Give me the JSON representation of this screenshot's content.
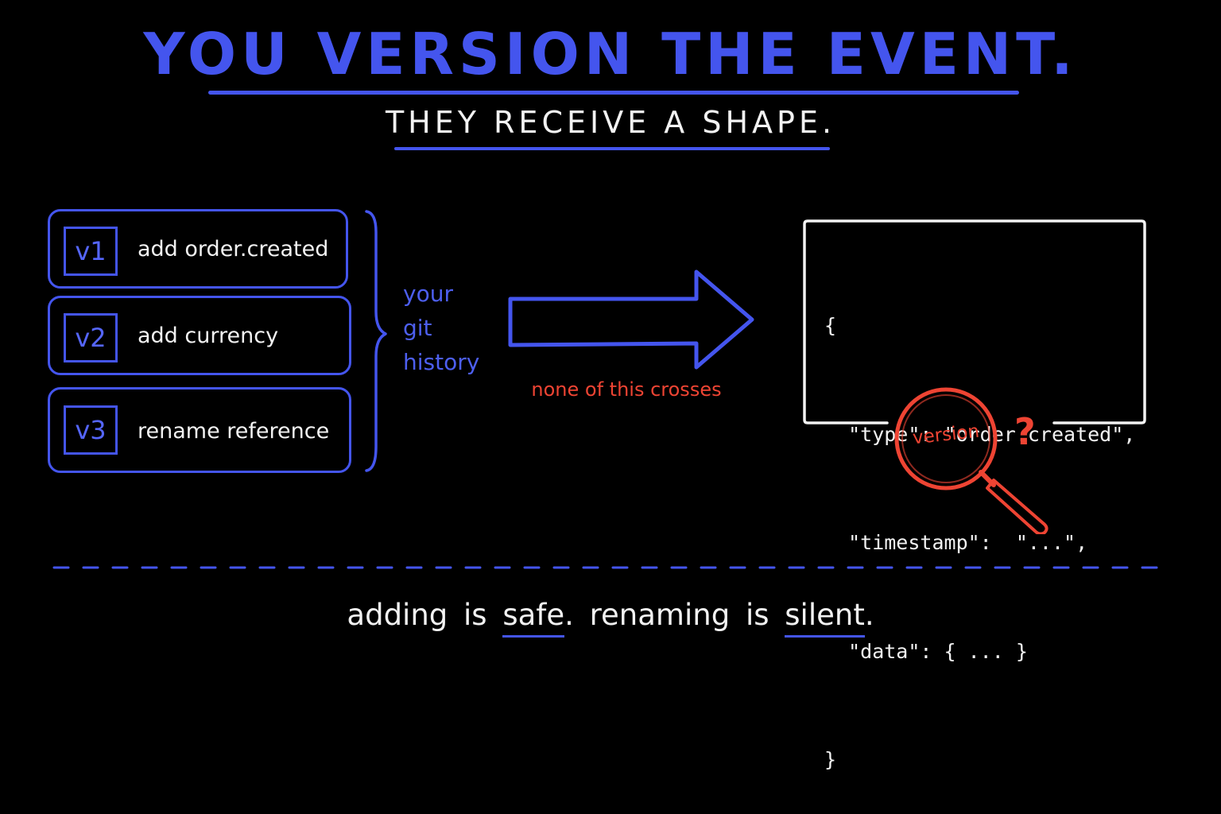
{
  "title": "YOU VERSION THE EVENT.",
  "subtitle": "THEY RECEIVE A SHAPE.",
  "versions": [
    {
      "badge": "v1",
      "text": "add order.created"
    },
    {
      "badge": "v2",
      "text": "add currency"
    },
    {
      "badge": "v3",
      "text": "rename reference"
    }
  ],
  "git_label": "your git history",
  "arrow_note": "none of this crosses",
  "payload_lines": [
    "{",
    "  \"type\": \"order.created\",",
    "  \"timestamp\":  \"...\",",
    "  \"data\": { ... }",
    "}"
  ],
  "magnifier_label": "version",
  "question_mark": "?",
  "footer": {
    "part1": "adding is",
    "safe": "safe",
    "part2": ". renaming is",
    "silent": "silent",
    "part3": "."
  },
  "colors": {
    "blue": "#4455ee",
    "red": "#ee4433",
    "white": "#f2f2f2",
    "background": "#000000"
  }
}
